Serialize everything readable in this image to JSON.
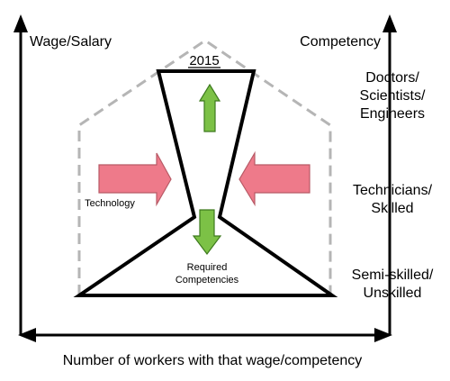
{
  "axes": {
    "left_label": "Wage/Salary",
    "right_label": "Competency",
    "bottom_label": "Number of workers with that wage/competency"
  },
  "tiers": [
    {
      "lines": [
        "Doctors/",
        "Scientists/",
        "Engineers"
      ]
    },
    {
      "lines": [
        "Technicians/",
        "Skilled"
      ]
    },
    {
      "lines": [
        "Semi-skilled/",
        "Unskilled"
      ]
    }
  ],
  "shape": {
    "year_label": "2015"
  },
  "arrows": {
    "technology_label": "Technology",
    "required_label_lines": [
      "Required",
      "Competencies"
    ]
  },
  "colors": {
    "pink_fill": "#ee7a8a",
    "pink_stroke": "#b85a66",
    "green_fill": "#7cc146",
    "green_stroke": "#3d7a1e",
    "dashed_outline": "#b5b5b5",
    "shape_outline": "#000000"
  }
}
